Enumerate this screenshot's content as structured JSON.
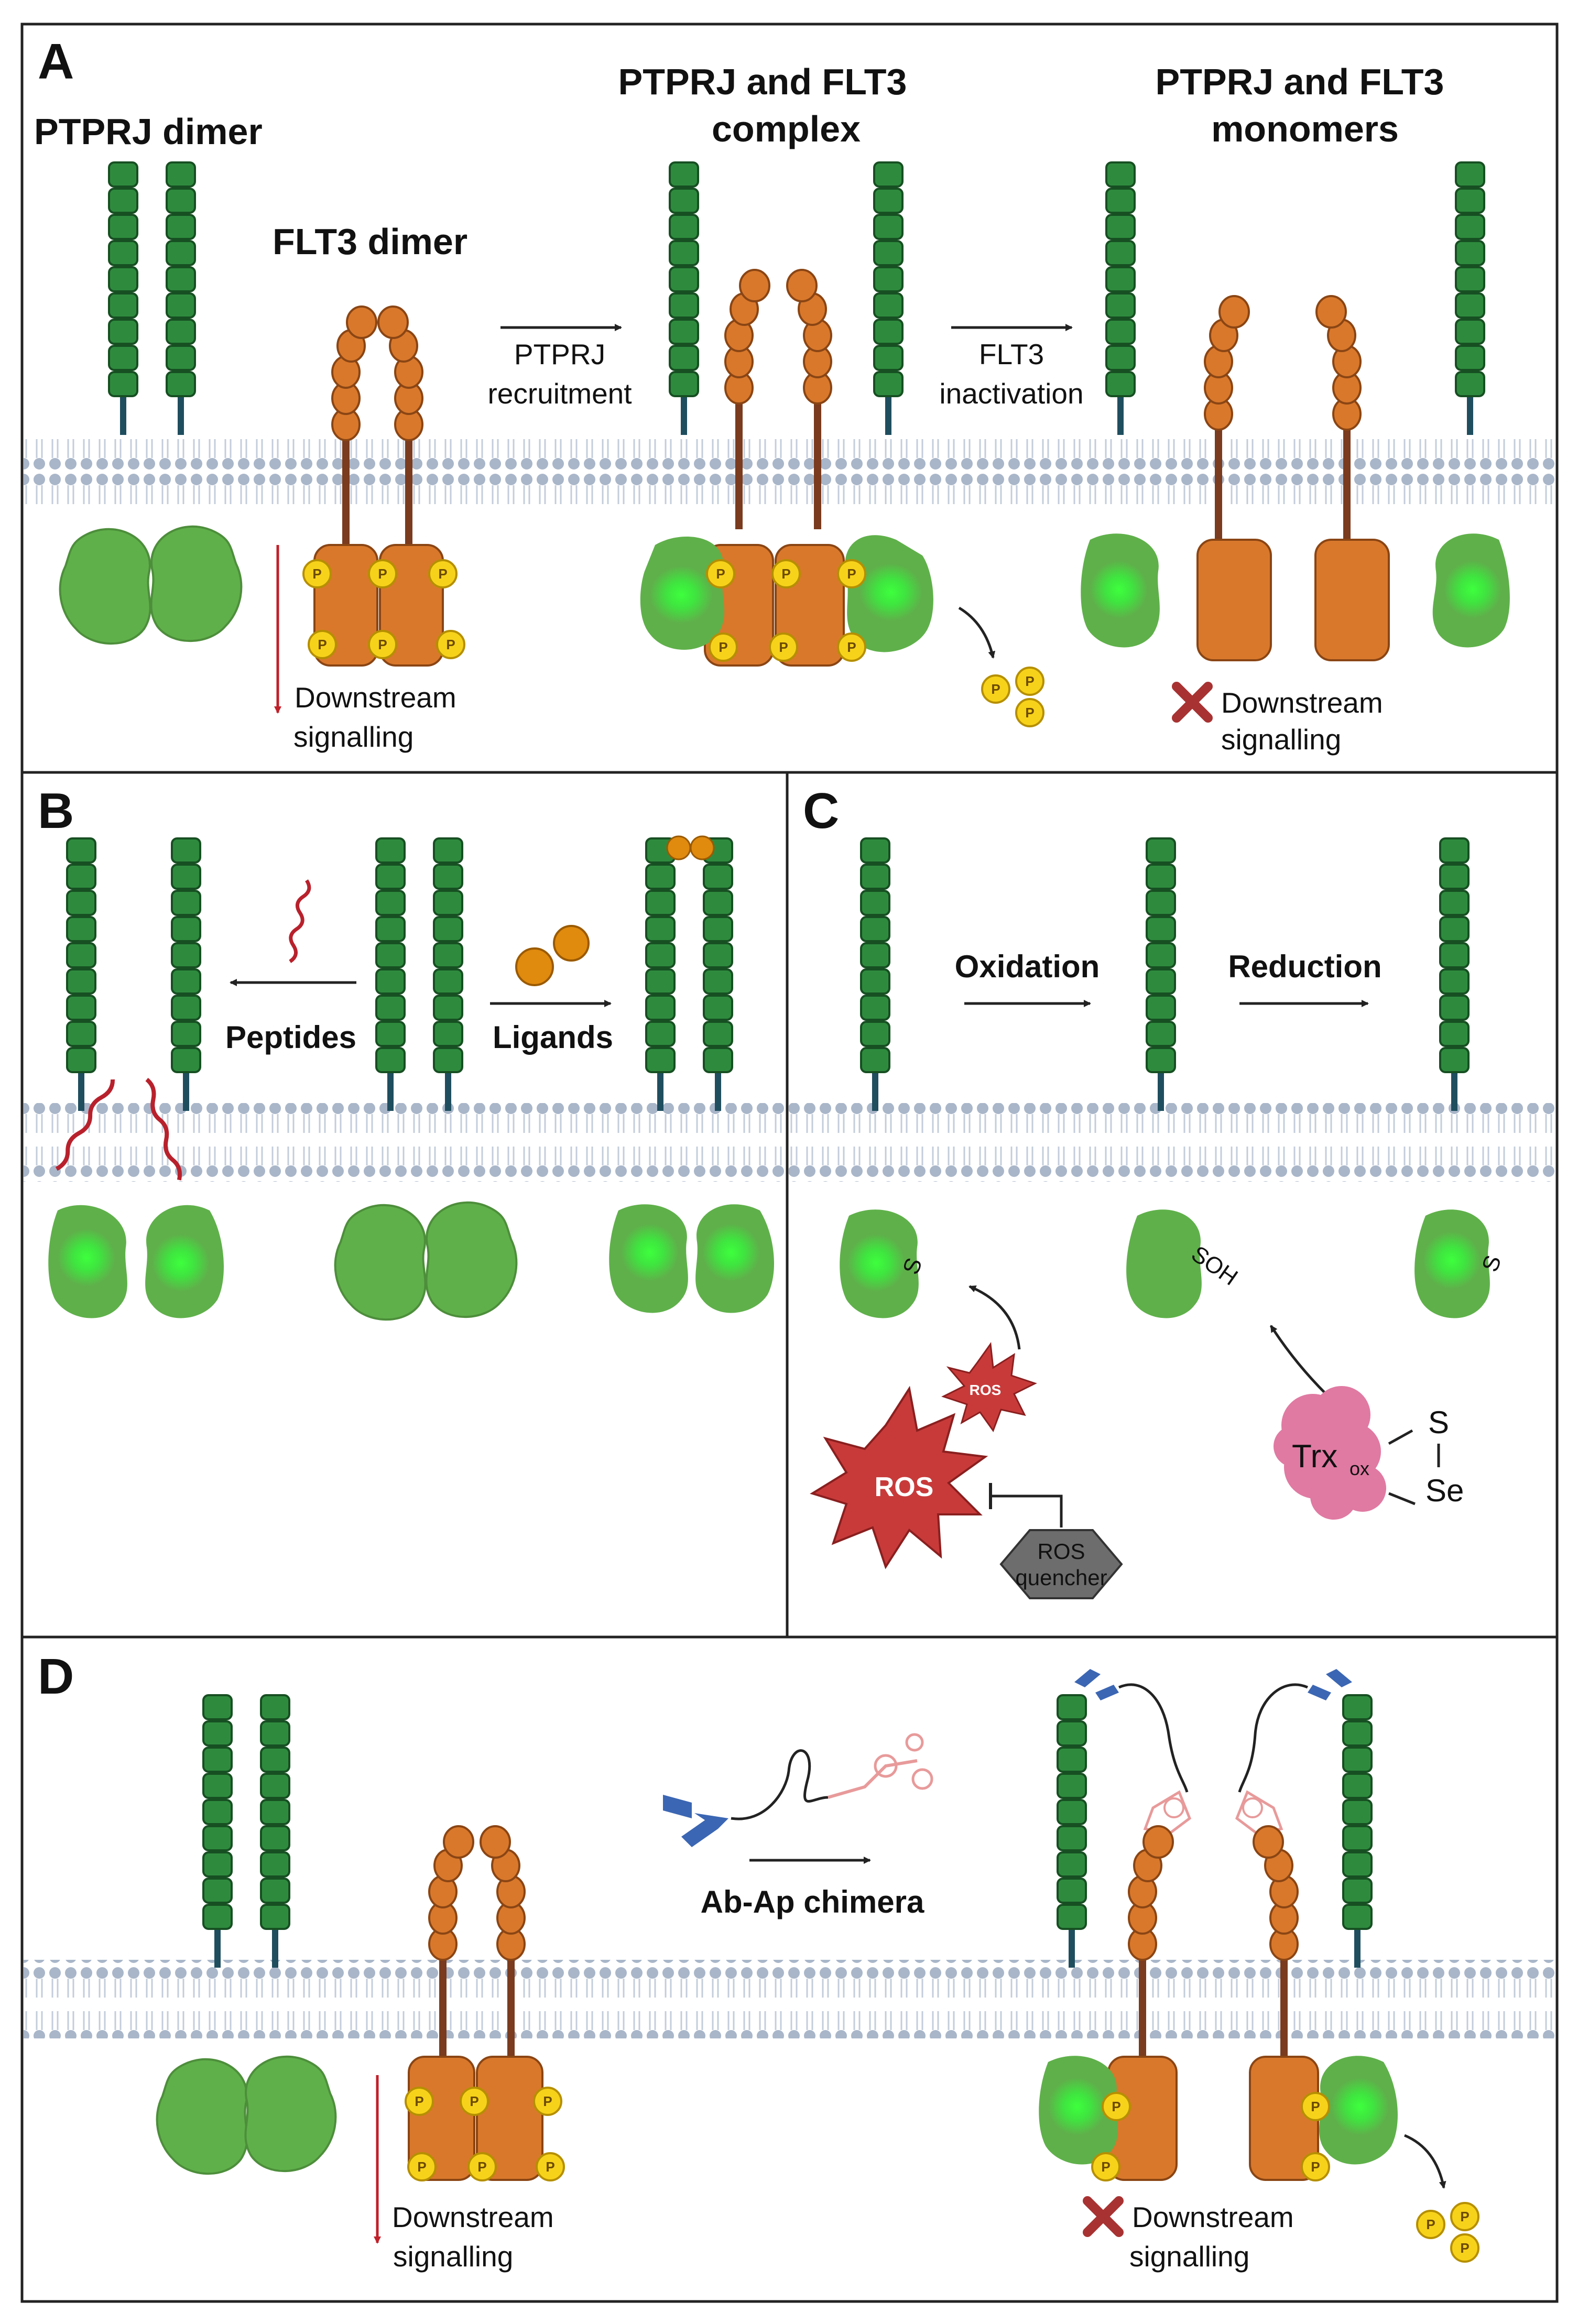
{
  "panel_a": {
    "letter": "A",
    "title_dimer": "PTPRJ dimer",
    "title_flt3_dimer": "FLT3 dimer",
    "title_complex_1": "PTPRJ and FLT3",
    "title_complex_2": "complex",
    "title_monomers_1": "PTPRJ and FLT3",
    "title_monomers_2": "monomers",
    "arrow1_line1": "PTPRJ",
    "arrow1_line2": "recruitment",
    "arrow2_line1": "FLT3",
    "arrow2_line2": "inactivation",
    "downstream_1": "Downstream",
    "downstream_2": "signalling",
    "blocked_1": "Downstream",
    "blocked_2": "signalling"
  },
  "panel_b": {
    "letter": "B",
    "peptides": "Peptides",
    "ligands": "Ligands"
  },
  "panel_c": {
    "letter": "C",
    "oxidation": "Oxidation",
    "reduction": "Reduction",
    "thiolate_1": "S",
    "thiolate_2": "S",
    "sulfenic": "SOH",
    "ros_small": "ROS",
    "ros_big": "ROS",
    "quencher_1": "ROS",
    "quencher_2": "quencher",
    "trx": "Trx",
    "trx_sub": "ox",
    "sulfur": "S",
    "selenium": "Se"
  },
  "panel_d": {
    "letter": "D",
    "chimera": "Ab-Ap chimera",
    "downstream_1": "Downstream",
    "downstream_2": "signalling",
    "blocked_1": "Downstream",
    "blocked_2": "signalling"
  },
  "phospho_label": "P",
  "colors": {
    "ptprj_green": "#2e8b3e",
    "ptprj_domain": "#5fb04a",
    "flt3_orange": "#d9782b",
    "flt3_stalk": "#7a3b1e",
    "membrane": "#a9b6c9",
    "phosphate": "#f7d21a",
    "ros_red": "#cc3b3b",
    "trx_pink": "#e07aa2",
    "quencher_grey": "#6d6d6d",
    "antibody_blue": "#3b66b3",
    "aptamer_pink": "#e89a9a",
    "signal_arrow_red": "#c0202a"
  }
}
